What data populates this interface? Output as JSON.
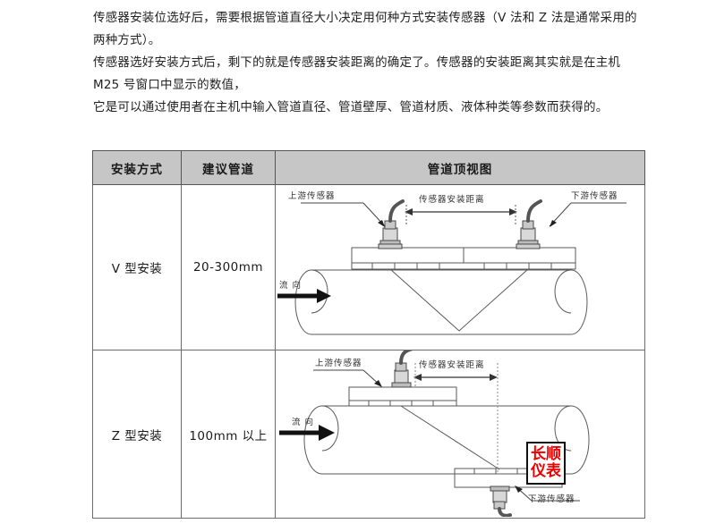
{
  "intro": {
    "lines": [
      "传感器安装位选好后，需要根据管道直径大小决定用何种方式安装传感器（V 法和 Z 法是通常采用的",
      "两种方式）。",
      "传感器选好安装方式后，剩下的就是传感器安装距离的确定了。传感器的安装距离其实就是在主机",
      "M25 号窗口中显示的数值，",
      "它是可以通过使用者在主机中输入管道直径、管道壁厚、管道材质、液体种类等参数而获得的。"
    ]
  },
  "table": {
    "headers": {
      "method": "安装方式",
      "pipe": "建议管道",
      "view": "管道顶视图"
    },
    "rows": [
      {
        "method": "V 型安装",
        "pipe": "20-300mm",
        "diagram": {
          "type": "v-mount",
          "labels": {
            "upstream": "上游传感器",
            "distance": "传感器安装距离",
            "downstream": "下游传感器",
            "flow": "流  向"
          }
        }
      },
      {
        "method": "Z 型安装",
        "pipe": "100mm 以上",
        "diagram": {
          "type": "z-mount",
          "labels": {
            "upstream": "上游传感器",
            "distance": "传感器安装距离",
            "downstream": "下游传感器",
            "flow": "流  向"
          }
        }
      }
    ]
  },
  "watermark": {
    "line1": "长顺",
    "line2": "仪表",
    "color": "#ee0000"
  },
  "colors": {
    "header_bg": "#c6c6c6",
    "border": "#6b6b6b",
    "text": "#222222",
    "watermark_red": "#ee0000",
    "line": "#555555"
  }
}
